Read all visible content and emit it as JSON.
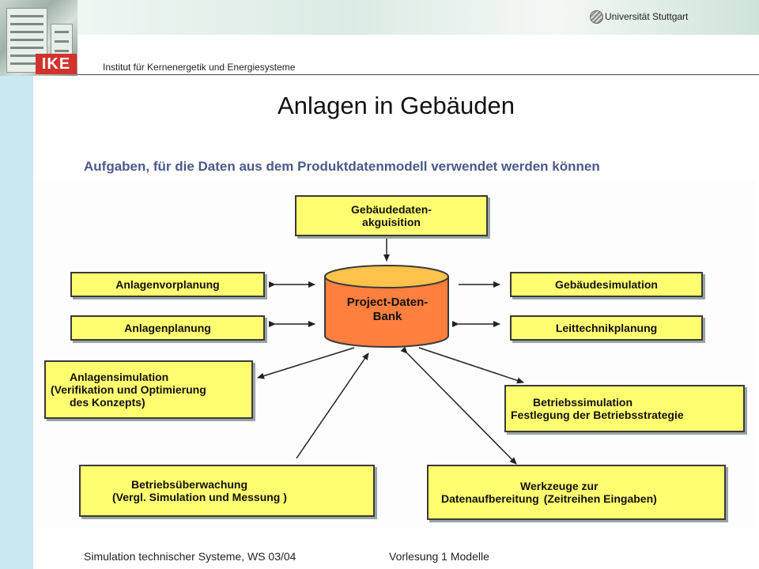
{
  "header": {
    "university": "Universität Stuttgart",
    "institute": "Institut für Kernenergetik und Energiesysteme",
    "logo_text": "IKE"
  },
  "slide": {
    "title": "Anlagen in Gebäuden",
    "subtitle": "Aufgaben, für die Daten aus dem Produktdatenmodell verwendet werden können"
  },
  "diagram": {
    "database": {
      "line1": "Project-Daten-",
      "line2": "Bank"
    },
    "boxes": {
      "acquisition": {
        "line1": "Gebäudedaten-",
        "line2": "akguisition"
      },
      "pre_planning": "Anlagenvorplanung",
      "planning": "Anlagenplanung",
      "plant_simulation": {
        "line1": "Anlagensimulation",
        "line2": "(Verifikation und Optimierung",
        "line3": "des Konzepts)"
      },
      "building_simulation": "Gebäudesimulation",
      "control_planning": "Leittechnikplanung",
      "operation_simulation": {
        "line1": "Betriebssimulation",
        "line2": "Festlegung der Betriebsstrategie"
      },
      "monitoring": {
        "line1": "Betriebsüberwachung",
        "line2": "(Vergl. Simulation und Messung )"
      },
      "tools": {
        "line1": "Werkzeuge zur",
        "line2": "Datenaufbereitung",
        "line3": "(Zeitreihen Eingaben)"
      }
    }
  },
  "footer": {
    "course": "Simulation technischer Systeme, WS 03/04",
    "lecture": "Vorlesung 1 Modelle"
  },
  "colors": {
    "box_fill": "#fffe70",
    "database_fill": "#ff7f3f",
    "subtitle": "#4a5a8a",
    "logo": "#d2322c"
  }
}
